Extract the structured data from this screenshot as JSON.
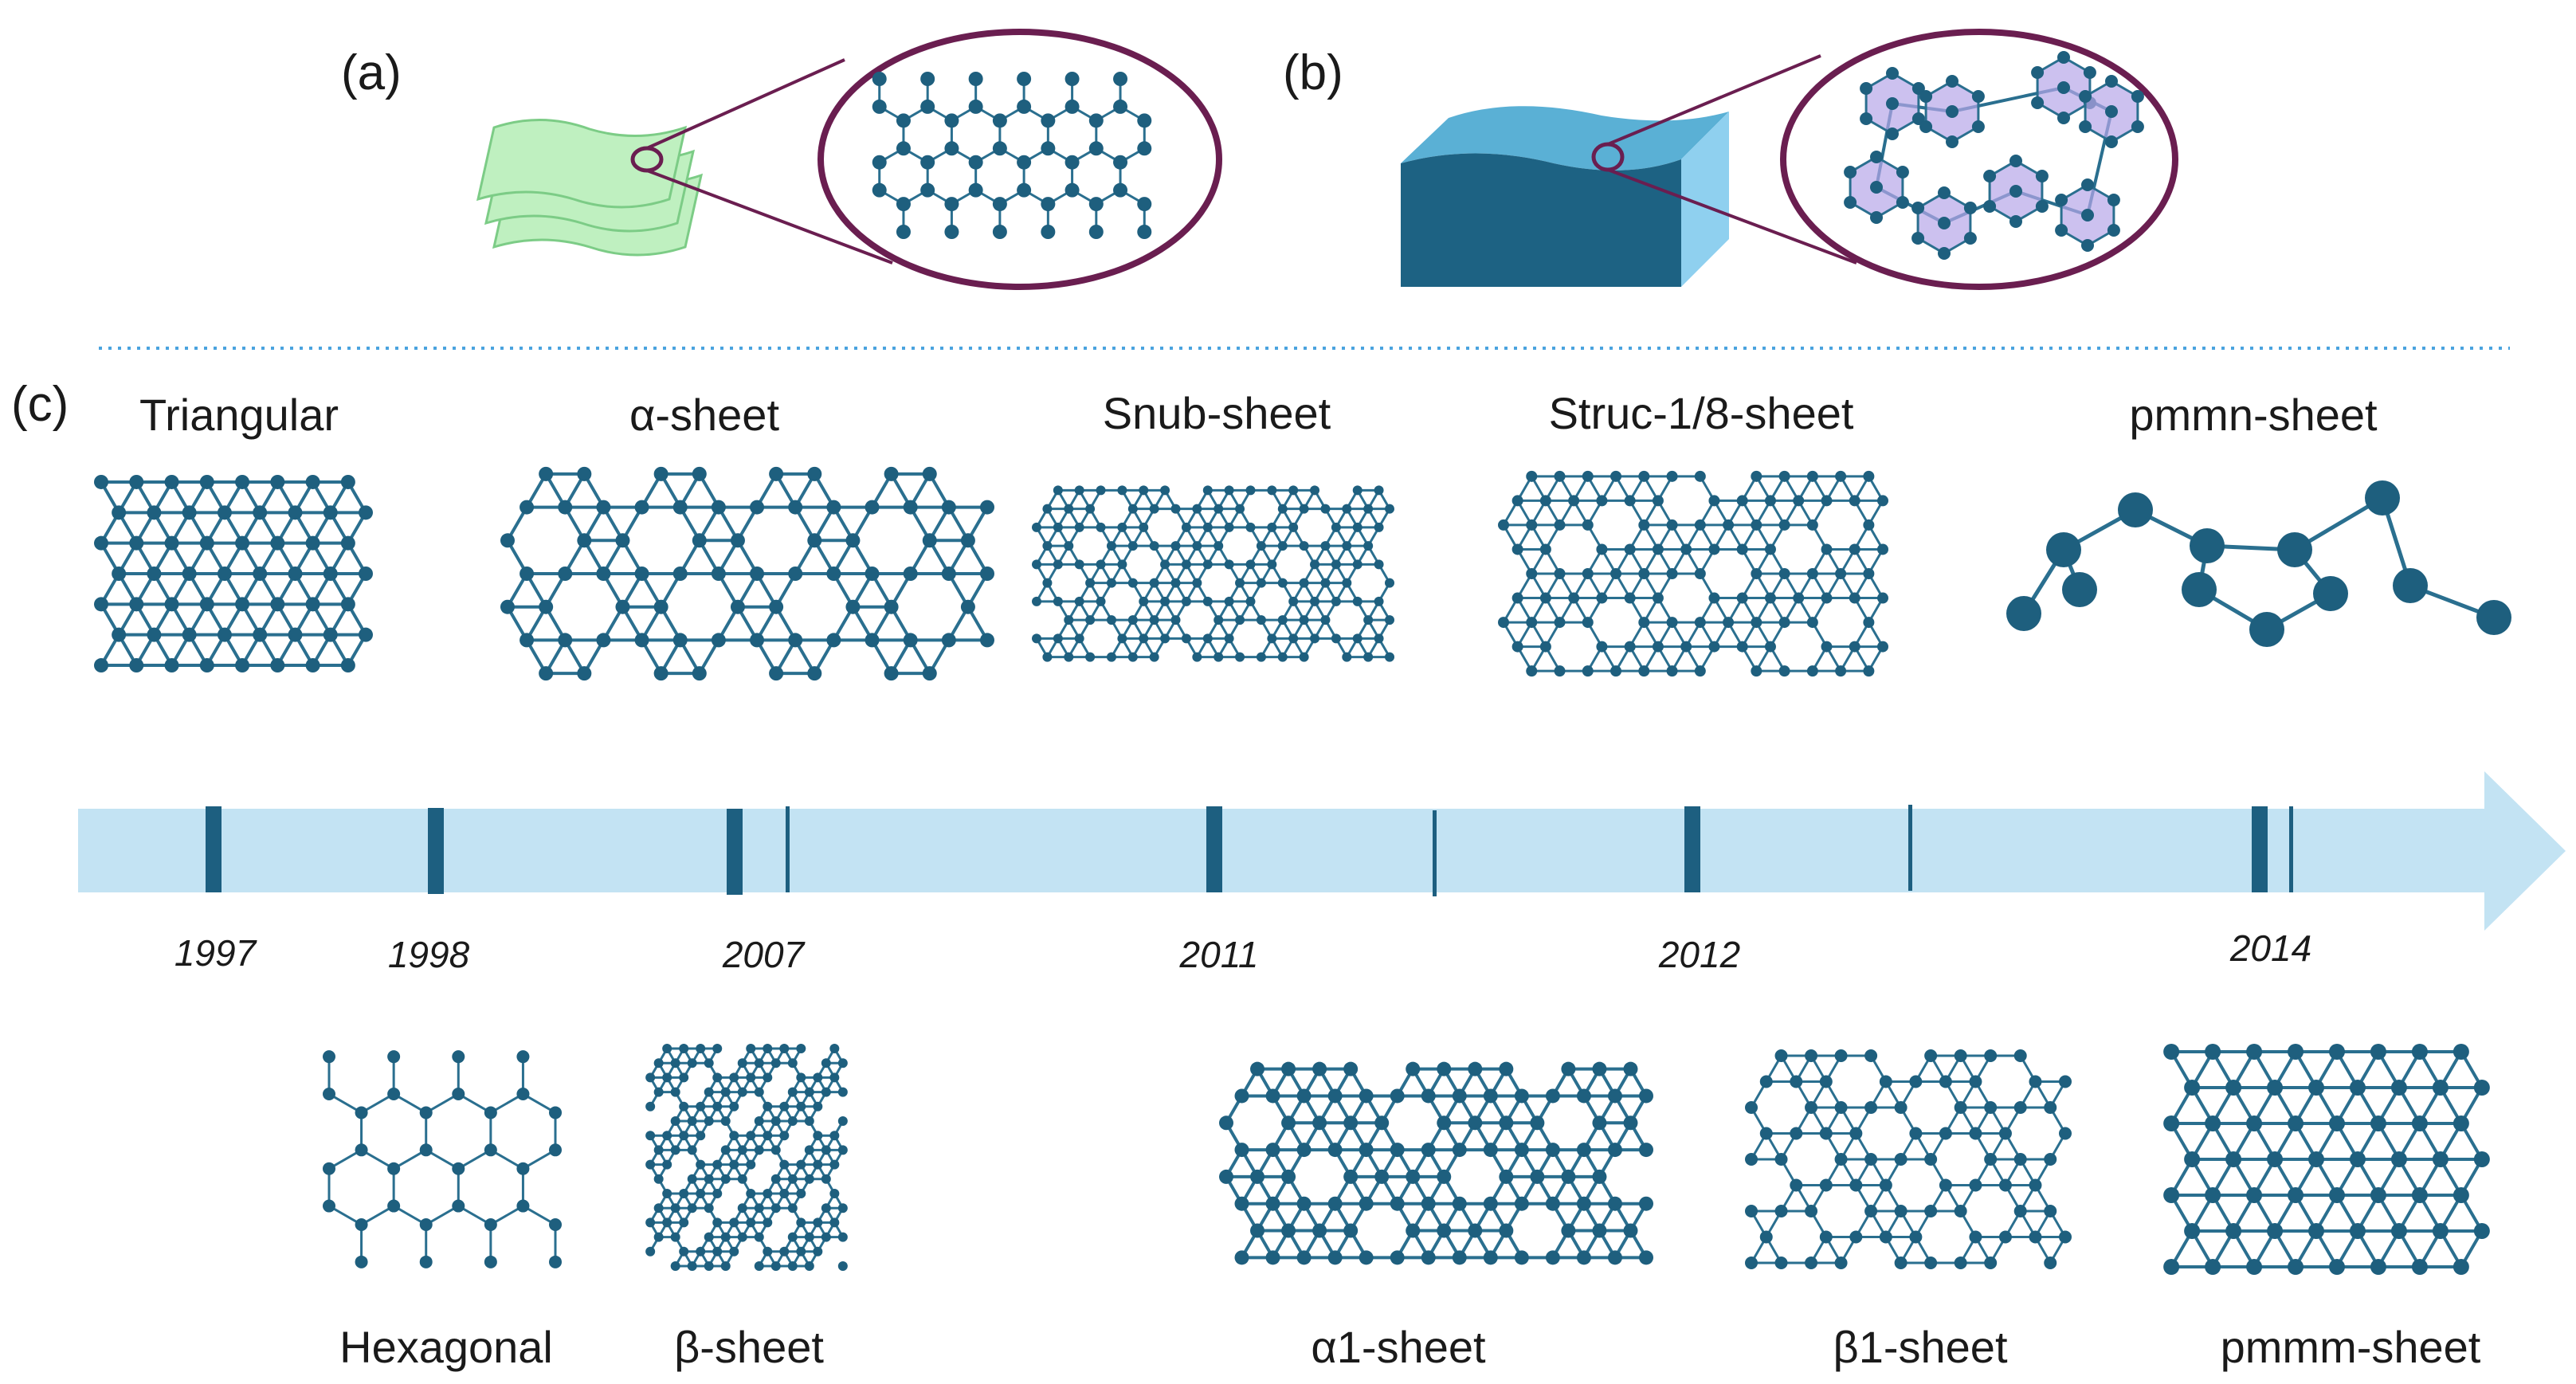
{
  "panels": {
    "a": "(a)",
    "b": "(b)",
    "c": "(c)"
  },
  "colors": {
    "atom": "#1e5f7e",
    "bond": "#2a6f8f",
    "timeline": "#c3e3f3",
    "timeline_arrow": "#c3e3f3",
    "marker": "#1d5f80",
    "sheet": "#bff0c0",
    "block_front": "#1d6283",
    "block_top": "#5ab0d5",
    "block_side": "#8fd0ef",
    "magnifier": "#6a1e50",
    "divider": "#4aa3df"
  },
  "top_structures": [
    {
      "label": "Triangular"
    },
    {
      "label": "α-sheet"
    },
    {
      "label": "Snub-sheet"
    },
    {
      "label": "Struc-1/8-sheet"
    },
    {
      "label": "pmmn-sheet"
    }
  ],
  "bottom_structures": [
    {
      "label": "Hexagonal"
    },
    {
      "label": "β-sheet"
    },
    {
      "label": "α1-sheet"
    },
    {
      "label": "β1-sheet"
    },
    {
      "label": "pmmm-sheet"
    }
  ],
  "timeline_years": [
    "1997",
    "1998",
    "2007",
    "2011",
    "2012",
    "2014"
  ]
}
